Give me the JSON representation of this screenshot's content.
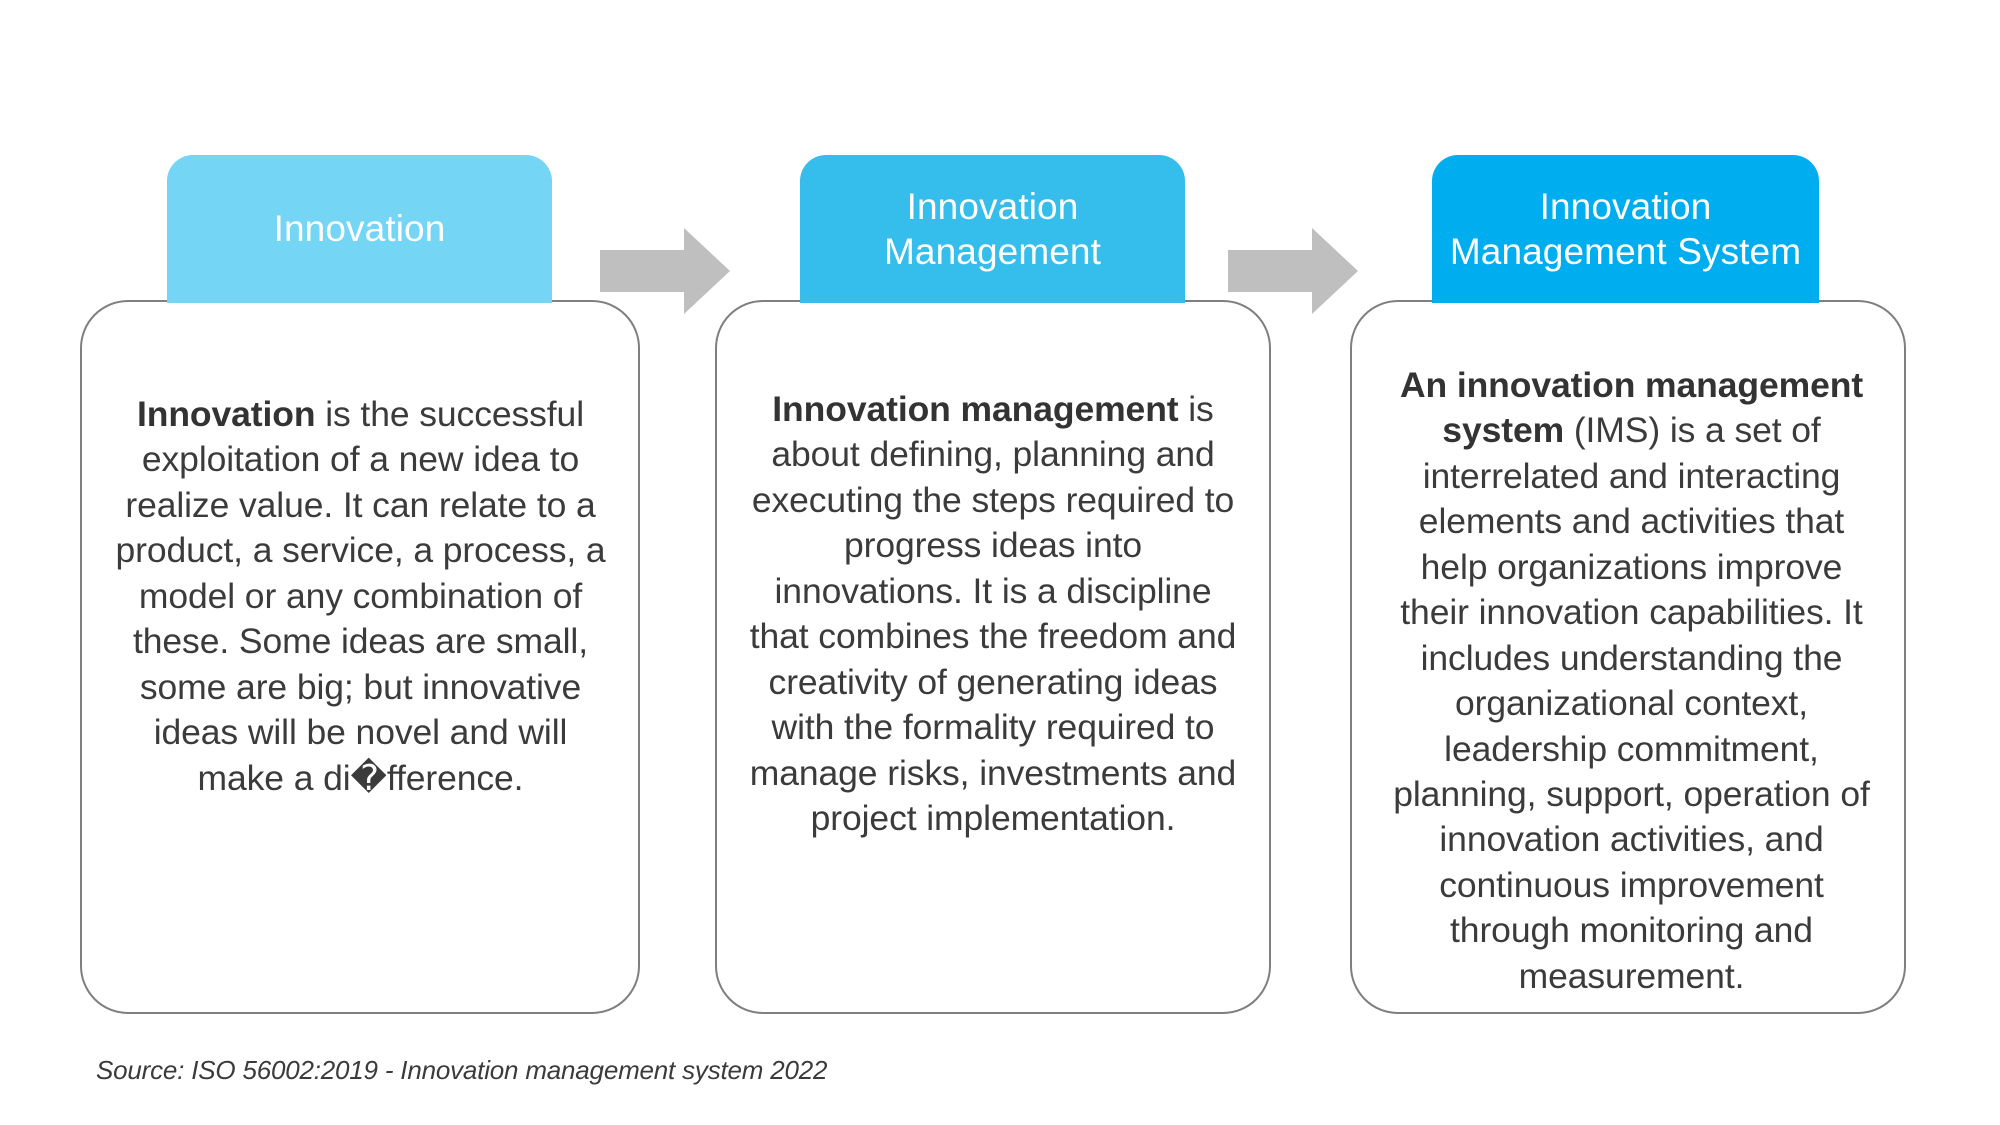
{
  "diagram": {
    "title": "Innovation to Innovation Management System progression",
    "colors": {
      "stage_1": "#74D6F4",
      "stage_2": "#35BDEC",
      "stage_3": "#00AEEF",
      "arrow": "#bfbfbf",
      "card_border": "#7f7f7f",
      "body_text": "#3b3b3b",
      "header_text": "#ffffff"
    },
    "stages": [
      {
        "header": "Innovation",
        "header_lines": [
          "Innovation"
        ],
        "body_lead": "Innovation",
        "body_rest": " is the successful exploitation of a new idea to realize value. It can relate to a product, a service, a process, a model or any combination of these. Some ideas are small, some are big; but innovative ideas will be novel and will make a di�fference."
      },
      {
        "header": "Innovation Management",
        "header_lines": [
          "Innovation",
          "Management"
        ],
        "body_lead": "Innovation management",
        "body_rest": " is about defining, planning and executing the steps required to progress ideas into innovations. It is a discipline that combines the freedom and creativity of generating ideas with the formality required to manage risks, investments and project implementation."
      },
      {
        "header": "Innovation Management System",
        "header_lines": [
          "Innovation",
          "Management System"
        ],
        "body_lead": "An innovation management system",
        "body_rest": " (IMS) is a set of interrelated and interacting elements and activities that help organizations improve their innovation capabilities. It includes understanding the organizational context, leadership commitment, planning, support, operation of innovation activities, and continuous improvement through monitoring and measurement."
      }
    ],
    "arrows": [
      {
        "name": "arrow-stage-1-to-2",
        "direction": "right"
      },
      {
        "name": "arrow-stage-2-to-3",
        "direction": "right"
      }
    ],
    "source": "Source: ISO 56002:2019 - Innovation management system 2022"
  }
}
